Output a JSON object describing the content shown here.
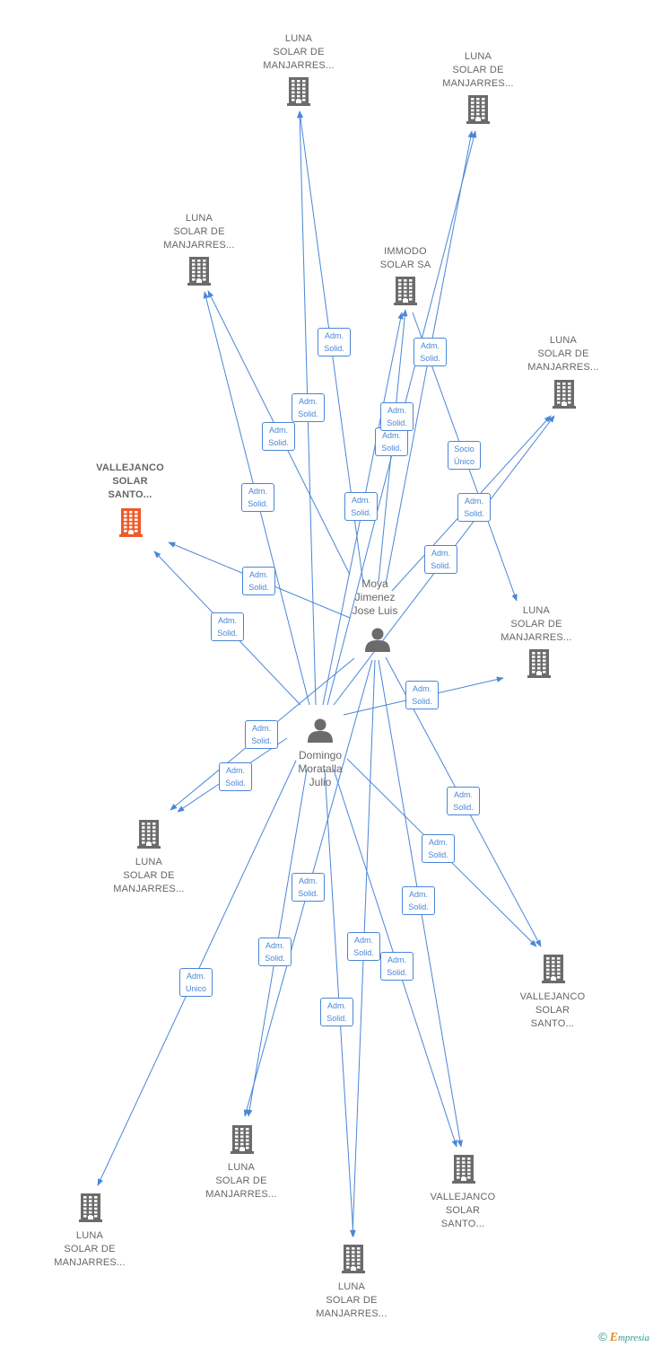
{
  "colors": {
    "edge": "#4a86d8",
    "building": "#6b6b6b",
    "focus": "#f05a28",
    "person": "#6b6b6b",
    "label": "#666666"
  },
  "companies": [
    {
      "id": "c_top1",
      "lines": [
        "LUNA",
        "SOLAR DE",
        "MANJARRES..."
      ],
      "icon": "building-icon"
    },
    {
      "id": "c_top2",
      "lines": [
        "LUNA",
        "SOLAR DE",
        "MANJARRES..."
      ],
      "icon": "building-icon"
    },
    {
      "id": "c_upleft",
      "lines": [
        "LUNA",
        "SOLAR DE",
        "MANJARRES..."
      ],
      "icon": "building-icon"
    },
    {
      "id": "c_immodo",
      "lines": [
        "IMMODO",
        "SOLAR SA"
      ],
      "icon": "building-icon"
    },
    {
      "id": "c_right1",
      "lines": [
        "LUNA",
        "SOLAR DE",
        "MANJARRES..."
      ],
      "icon": "building-icon"
    },
    {
      "id": "c_focus",
      "lines": [
        "VALLEJANCO",
        "SOLAR",
        "SANTO..."
      ],
      "icon": "building-icon",
      "focus": true
    },
    {
      "id": "c_right2",
      "lines": [
        "LUNA",
        "SOLAR DE",
        "MANJARRES..."
      ],
      "icon": "building-icon"
    },
    {
      "id": "c_left",
      "lines": [
        "LUNA",
        "SOLAR DE",
        "MANJARRES..."
      ],
      "icon": "building-icon"
    },
    {
      "id": "c_vall_r",
      "lines": [
        "VALLEJANCO",
        "SOLAR",
        "SANTO..."
      ],
      "icon": "building-icon"
    },
    {
      "id": "c_bot_l",
      "lines": [
        "LUNA",
        "SOLAR DE",
        "MANJARRES..."
      ],
      "icon": "building-icon"
    },
    {
      "id": "c_vall_b",
      "lines": [
        "VALLEJANCO",
        "SOLAR",
        "SANTO..."
      ],
      "icon": "building-icon"
    },
    {
      "id": "c_far_l",
      "lines": [
        "LUNA",
        "SOLAR DE",
        "MANJARRES..."
      ],
      "icon": "building-icon"
    },
    {
      "id": "c_bot",
      "lines": [
        "LUNA",
        "SOLAR DE",
        "MANJARRES..."
      ],
      "icon": "building-icon"
    }
  ],
  "persons": [
    {
      "id": "p_moya",
      "lines": [
        "Moya",
        "Jimenez",
        "Jose Luis"
      ],
      "icon": "person-icon"
    },
    {
      "id": "p_domingo",
      "lines": [
        "Domingo",
        "Moratalla",
        "Julio"
      ],
      "icon": "person-icon"
    }
  ],
  "edges": [
    {
      "from": "p_moya",
      "to": "c_top1",
      "label": [
        "Adm.",
        "Solid."
      ]
    },
    {
      "from": "p_domingo",
      "to": "c_top1",
      "label": [
        "Adm.",
        "Solid."
      ]
    },
    {
      "from": "p_moya",
      "to": "c_top2",
      "label": [
        "Adm.",
        "Solid."
      ]
    },
    {
      "from": "p_domingo",
      "to": "c_top2",
      "label": [
        "Adm.",
        "Solid."
      ]
    },
    {
      "from": "p_moya",
      "to": "c_upleft",
      "label": [
        "Adm.",
        "Solid."
      ]
    },
    {
      "from": "p_domingo",
      "to": "c_upleft",
      "label": [
        "Adm.",
        "Solid."
      ]
    },
    {
      "from": "p_moya",
      "to": "c_immodo",
      "label": [
        "Adm.",
        "Solid."
      ]
    },
    {
      "from": "p_domingo",
      "to": "c_immodo",
      "label": [
        "Adm.",
        "Solid."
      ]
    },
    {
      "from": "c_immodo",
      "to": "c_right2",
      "label": [
        "Socio",
        "Único"
      ]
    },
    {
      "from": "p_moya",
      "to": "c_right1",
      "label": [
        "Adm.",
        "Solid."
      ]
    },
    {
      "from": "p_domingo",
      "to": "c_right1",
      "label": [
        "Adm.",
        "Solid."
      ]
    },
    {
      "from": "p_moya",
      "to": "c_focus",
      "label": [
        "Adm.",
        "Solid."
      ]
    },
    {
      "from": "p_domingo",
      "to": "c_focus",
      "label": [
        "Adm.",
        "Solid."
      ]
    },
    {
      "from": "p_domingo",
      "to": "c_right2",
      "label": [
        "Adm.",
        "Solid."
      ]
    },
    {
      "from": "p_moya",
      "to": "c_left",
      "label": [
        "Adm.",
        "Solid."
      ]
    },
    {
      "from": "p_domingo",
      "to": "c_left",
      "label": [
        "Adm.",
        "Solid."
      ]
    },
    {
      "from": "p_moya",
      "to": "c_vall_r",
      "label": [
        "Adm.",
        "Solid."
      ]
    },
    {
      "from": "p_domingo",
      "to": "c_vall_r",
      "label": [
        "Adm.",
        "Solid."
      ]
    },
    {
      "from": "p_moya",
      "to": "c_bot_l",
      "label": [
        "Adm.",
        "Solid."
      ]
    },
    {
      "from": "p_domingo",
      "to": "c_bot_l",
      "label": [
        "Adm.",
        "Solid."
      ]
    },
    {
      "from": "p_moya",
      "to": "c_vall_b",
      "label": [
        "Adm.",
        "Solid."
      ]
    },
    {
      "from": "p_domingo",
      "to": "c_vall_b",
      "label": [
        "Adm.",
        "Solid."
      ]
    },
    {
      "from": "p_moya",
      "to": "c_bot",
      "label": [
        "Adm.",
        "Solid."
      ]
    },
    {
      "from": "p_domingo",
      "to": "c_bot",
      "label": [
        "Adm.",
        "Solid."
      ]
    },
    {
      "from": "p_domingo",
      "to": "c_far_l",
      "label": [
        "Adm.",
        "Unico"
      ]
    }
  ],
  "footer": {
    "copyright": "©",
    "brand_first": "E",
    "brand_rest": "mpresia"
  }
}
